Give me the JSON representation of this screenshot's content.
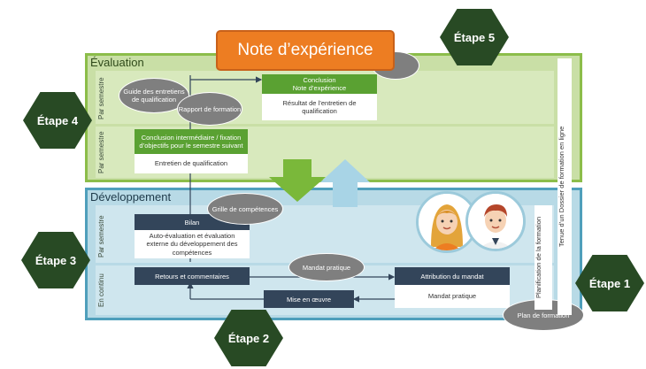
{
  "header": {
    "title": "Note d’expérience"
  },
  "steps": {
    "step1": "Étape 1",
    "step2": "Étape 2",
    "step3": "Étape 3",
    "step4": "Étape 4",
    "step5": "Étape 5"
  },
  "evaluation": {
    "title": "Évaluation",
    "row1_label": "Par semestre",
    "row2_label": "Par semestre",
    "conclusion_head": "Conclusion\nNote d’expérience",
    "conclusion_body": "Résultat de l’entretien de qualification",
    "intermediate_head": "Conclusion intermédiaire / fixation d’objectifs pour le semestre suivant",
    "intermediate_body": "Entretien de qualification",
    "bubble_guide": "Guide des entretiens de qualification",
    "bubble_rapport": "Rapport de formation"
  },
  "development": {
    "title": "Développement",
    "row1_label": "Par semestre",
    "row2_label": "En continu",
    "bilan_head": "Bilan",
    "bilan_body": "Auto-évaluation et évaluation externe du développement des compétences",
    "retours": "Retours et commentaires",
    "attribution_head": "Attribution du mandat",
    "attribution_body": "Mandat pratique",
    "mise": "Mise en œuvre",
    "bubble_grille": "Grille de compétences",
    "bubble_mandat": "Mandat pratique",
    "bubble_plan": "Plan de formation"
  },
  "side": {
    "planification": "Planification de la formation",
    "tenue": "Tenue d’un Dossier de formation en ligne"
  },
  "colors": {
    "orange": "#ed7d22",
    "green": "#5aa132",
    "navy": "#33455a",
    "hex": "#284a24"
  }
}
